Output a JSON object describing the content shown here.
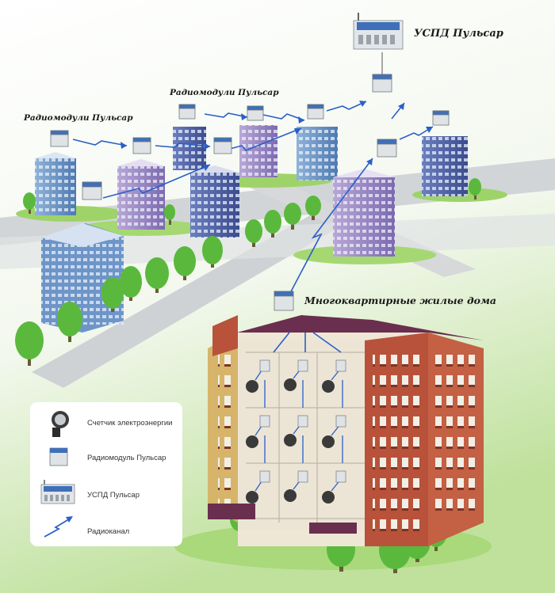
{
  "labels": {
    "uspd": "УСПД Пульсар",
    "radiomodules_left": "Радиомодули Пульсар",
    "radiomodules_top": "Радиомодули Пульсар",
    "apartment_houses": "Многоквартирные жилые дома"
  },
  "legend": {
    "items": [
      {
        "icon": "electricity-meter-icon",
        "label": "Счетчик электроэнергии"
      },
      {
        "icon": "radiomodule-icon",
        "label": "Радиомодуль Пульсар"
      },
      {
        "icon": "uspd-icon",
        "label": "УСПД Пульсар"
      },
      {
        "icon": "radio-channel-icon",
        "label": "Радиоканал"
      }
    ]
  },
  "colors": {
    "link": "#2a5fc7",
    "ground": "#c8e6a8",
    "road": "#cfd2d4",
    "brick": "#b9523a",
    "roof": "#6a2f4e",
    "module": "#dfe3e6",
    "module_top": "#3f6fb8"
  }
}
